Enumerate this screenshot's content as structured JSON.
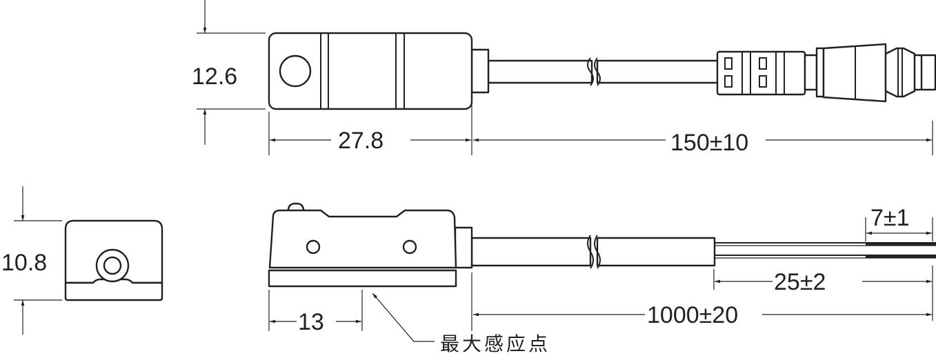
{
  "dimensions": {
    "top_height": "12.6",
    "top_length": "27.8",
    "top_cable": "150±10",
    "end_height": "10.8",
    "sense_offset": "13",
    "cable_length": "1000±20",
    "sheath_strip": "25±2",
    "wire_strip": "7±1"
  },
  "labels": {
    "max_sensing_point": "最大感应点"
  }
}
